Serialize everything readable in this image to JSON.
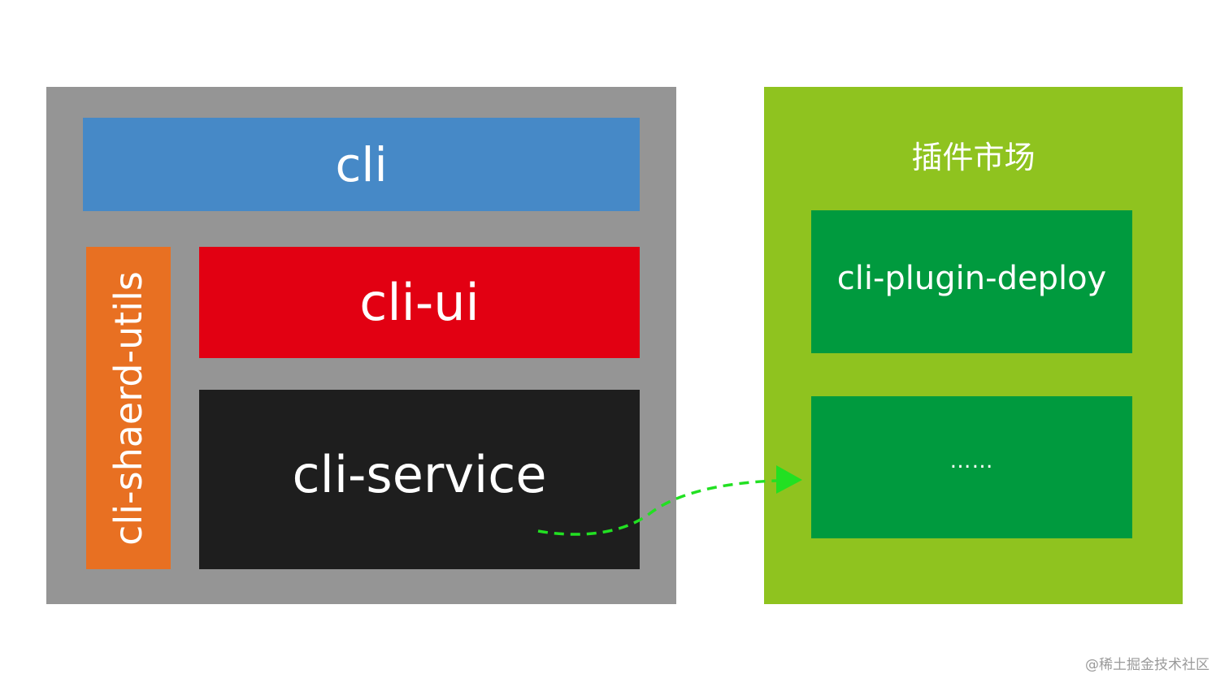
{
  "colors": {
    "core_container": "#959595",
    "cli": "#4689c7",
    "utils": "#e87022",
    "ui": "#e20012",
    "service": "#1e1e1e",
    "market_container": "#8fc31f",
    "plugin_box": "#009a3e",
    "arrow": "#22e022"
  },
  "core": {
    "cli_label": "cli",
    "utils_label": "cli-shaerd-utils",
    "ui_label": "cli-ui",
    "service_label": "cli-service"
  },
  "market": {
    "title": "插件市场",
    "plugins": [
      {
        "label": "cli-plugin-deploy"
      },
      {
        "label": "……"
      }
    ]
  },
  "watermark": "@稀土掘金技术社区"
}
